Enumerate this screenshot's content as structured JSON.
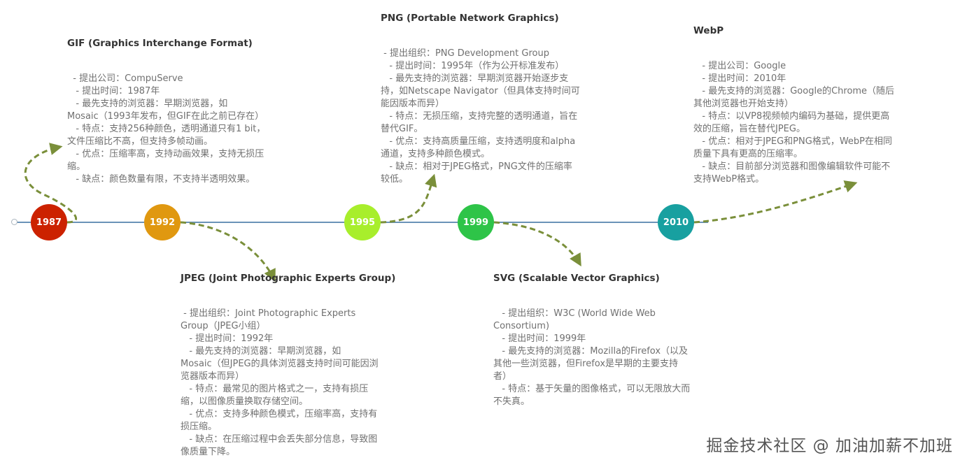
{
  "colors": {
    "line": "#6a93b8",
    "connector": "#7a8f3a",
    "node_1987": "#cc2200",
    "node_1992": "#e09810",
    "node_1995": "#a8ee2c",
    "node_1999": "#2ec448",
    "node_2010": "#18a0a0"
  },
  "nodes": [
    {
      "year": "1987",
      "color": "#cc2200"
    },
    {
      "year": "1992",
      "color": "#e09810"
    },
    {
      "year": "1995",
      "color": "#a8ee2c"
    },
    {
      "year": "1999",
      "color": "#2ec448"
    },
    {
      "year": "2010",
      "color": "#18a0a0"
    }
  ],
  "topics": {
    "gif": {
      "title": "GIF (Graphics Interchange Format)",
      "lines": [
        "  - 提出公司：CompuServe",
        "   - 提出时间：1987年",
        "   - 最先支持的浏览器：早期浏览器，如",
        "Mosaic（1993年发布，但GIF在此之前已存在）",
        "   - 特点：支持256种颜色，透明通道只有1 bit，",
        "文件压缩比不高，但支持多帧动画。",
        "   - 优点：压缩率高，支持动画效果，支持无损压",
        "缩。",
        "   - 缺点：颜色数量有限，不支持半透明效果。"
      ]
    },
    "jpeg": {
      "title": "JPEG (Joint Photographic Experts Group)",
      "lines": [
        " - 提出组织：Joint Photographic Experts",
        "Group（JPEG小组）",
        "   - 提出时间：1992年",
        "   - 最先支持的浏览器：早期浏览器，如",
        "Mosaic（但JPEG的具体浏览器支持时间可能因浏",
        "览器版本而异）",
        "   - 特点：最常见的图片格式之一，支持有损压",
        "缩，以图像质量换取存储空间。",
        "   - 优点：支持多种颜色模式，压缩率高，支持有",
        "损压缩。",
        "   - 缺点：在压缩过程中会丢失部分信息，导致图",
        "像质量下降。"
      ]
    },
    "png": {
      "title": "PNG (Portable Network Graphics)",
      "lines": [
        " - 提出组织：PNG Development Group",
        "   - 提出时间：1995年（作为公开标准发布）",
        "   - 最先支持的浏览器：早期浏览器开始逐步支",
        "持，如Netscape Navigator（但具体支持时间可",
        "能因版本而异）",
        "   - 特点：无损压缩，支持完整的透明通道，旨在",
        "替代GIF。",
        "   - 优点：支持高质量压缩，支持透明度和alpha",
        "通道，支持多种颜色模式。",
        "   - 缺点：相对于JPEG格式，PNG文件的压缩率",
        "较低。"
      ]
    },
    "svg": {
      "title": "SVG (Scalable Vector Graphics)",
      "lines": [
        "   - 提出组织：W3C (World Wide Web",
        "Consortium)",
        "   - 提出时间：1999年",
        "   - 最先支持的浏览器：Mozilla的Firefox（以及",
        "其他一些浏览器，但Firefox是早期的主要支持",
        "者）",
        "   - 特点：基于矢量的图像格式，可以无限放大而",
        "不失真。"
      ]
    },
    "webp": {
      "title": "WebP",
      "lines": [
        "   - 提出公司：Google",
        "   - 提出时间：2010年",
        "   - 最先支持的浏览器：Google的Chrome（随后",
        "其他浏览器也开始支持）",
        "   - 特点：以VP8视频帧内编码为基础，提供更高",
        "效的压缩，旨在替代JPEG。",
        "   - 优点：相对于JPEG和PNG格式，WebP在相同",
        "质量下具有更高的压缩率。",
        "   - 缺点：目前部分浏览器和图像编辑软件可能不",
        "支持WebP格式。"
      ]
    }
  },
  "watermark": "掘金技术社区 @ 加油加薪不加班"
}
